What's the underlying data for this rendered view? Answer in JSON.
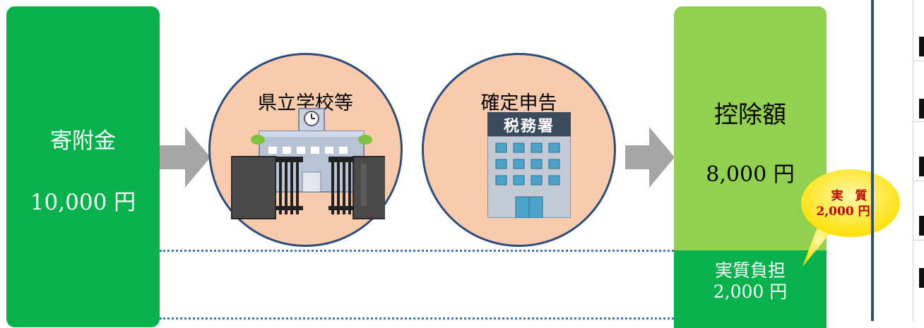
{
  "donation": {
    "label": "寄附金",
    "amount": "10,000 円"
  },
  "school": {
    "title": "県立学校等"
  },
  "tax_return": {
    "title": "確定申告",
    "sign": "税務署"
  },
  "deduction": {
    "label": "控除額",
    "amount": "8,000 円"
  },
  "burden": {
    "line1": "実質負担",
    "line2": "2,000 円"
  },
  "callout": {
    "line1": "実　質",
    "line2": "2,000 円！"
  },
  "colors": {
    "donation_green": "#09b14d",
    "deduction_green": "#92d050",
    "circle_fill": "#f8cbad",
    "circle_border": "#2f4d7a",
    "arrow_gray": "#a6a6a6",
    "callout_yellow": "#ffe600",
    "callout_text": "#c00000",
    "dotted_line": "#4472c4"
  }
}
